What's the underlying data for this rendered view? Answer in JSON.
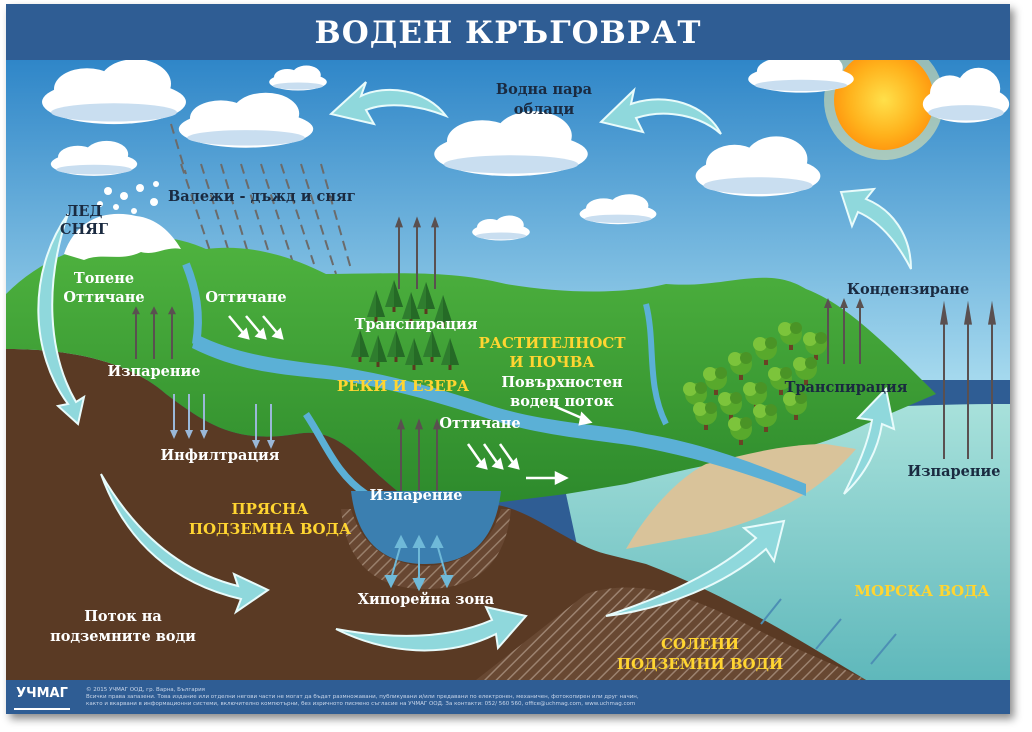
{
  "title": "ВОДЕН КРЪГОВРАТ",
  "labels": {
    "vapor": "Водна пара",
    "clouds": "облаци",
    "precipitation": "Валежи - дъжд и сняг",
    "ice": "ЛЕД",
    "snow": "СНЯГ",
    "melt": "Топене",
    "runoff_left": "Оттичане",
    "runoff_mid": "Оттичане",
    "runoff_lower": "Оттичане",
    "evap_left": "Изпарение",
    "evap_lake": "Изпарение",
    "evap_sea": "Изпарение",
    "infiltration": "Инфилтрация",
    "transpiration_left": "Транспирация",
    "transpiration_right": "Транспирация",
    "vegetation_1": "РАСТИТЕЛНОСТ",
    "vegetation_2": "И ПОЧВА",
    "rivers": "РЕКИ И ЕЗЕРА",
    "surface_1": "Повърхностен",
    "surface_2": "воден поток",
    "condensation": "Кондензиране",
    "fresh_gw_1": "ПРЯСНА",
    "fresh_gw_2": "ПОДЗЕМНА ВОДА",
    "hyporheic": "Хипорейна зона",
    "gw_flow_1": "Поток на",
    "gw_flow_2": "подземните води",
    "saline_1": "СОЛЕНИ",
    "saline_2": "ПОДЗЕМНИ ВОДИ",
    "sea": "МОРСКА ВОДА"
  },
  "footer": {
    "logo": "УЧМАГ",
    "line1": "© 2015 УЧМАГ ООД, гр. Варна, България",
    "line2": "Всички права запазени. Това издание или отделни негови части не могат да бъдат размножавани, публикувани и/или предавани по електронен, механичен, фотокопирен или друг начин,",
    "line3": "както и вкарвани в информационни системи, включително компютърни, без изричното писмено съгласие на УЧМАГ ООД. За контакти: 052/ 560 560, office@uchmag.com, www.uchmag.com"
  },
  "colors": {
    "title_bar": "#2f5d94",
    "sky": "#4aa3d8",
    "grass": "#3e9c35",
    "soil": "#5a3a24",
    "river": "#5bb0d6",
    "sea": "#8fd3d0",
    "arrow": "#8fd8dc",
    "yellow_text": "#ffd531"
  }
}
